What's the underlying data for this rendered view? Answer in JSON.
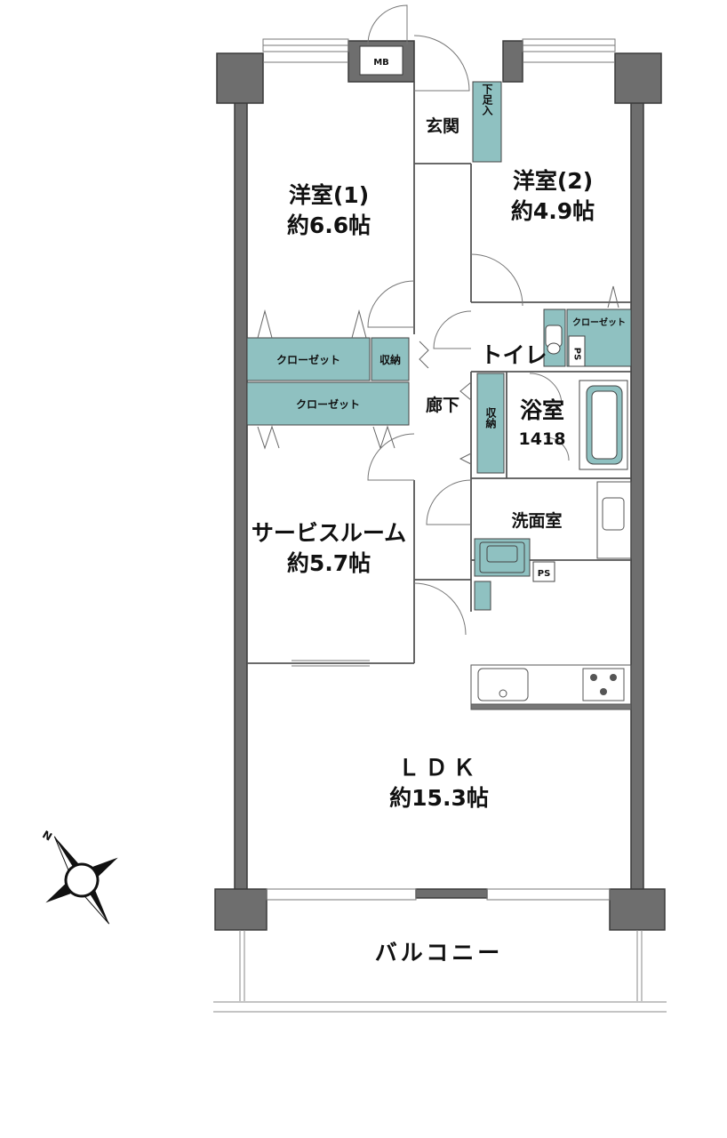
{
  "colors": {
    "wall": "#6e6e6e",
    "wall_dark": "#3a3a3a",
    "storage": "#8fc1c1",
    "line": "#555555"
  },
  "icons": [
    "compass-icon",
    "door-swing-icon",
    "bathtub-icon",
    "toilet-icon",
    "sink-icon",
    "stove-icon",
    "washing-machine-icon"
  ],
  "rooms": {
    "bedroom1": {
      "name": "洋室(1)",
      "size": "約6.6帖"
    },
    "bedroom2": {
      "name": "洋室(2)",
      "size": "約4.9帖"
    },
    "service_room": {
      "name": "サービスルーム",
      "size": "約5.7帖"
    },
    "ldk": {
      "name": "ＬＤＫ",
      "size": "約15.3帖"
    },
    "entrance": "玄関",
    "shoe_box": "下足入",
    "hallway": "廊下",
    "toilet": "トイレ",
    "bathroom": {
      "name": "浴室",
      "size": "1418"
    },
    "washroom": "洗面室",
    "balcony": "バルコニー"
  },
  "storage": {
    "closet_a": "クローゼット",
    "closet_b": "クローゼット",
    "closet_c": "クローゼット",
    "shuno_a": "収納",
    "shuno_b": "収納",
    "mb": "MB",
    "ps_toilet": "PS",
    "ps_wash": "PS"
  },
  "compass": {
    "north": "N"
  }
}
